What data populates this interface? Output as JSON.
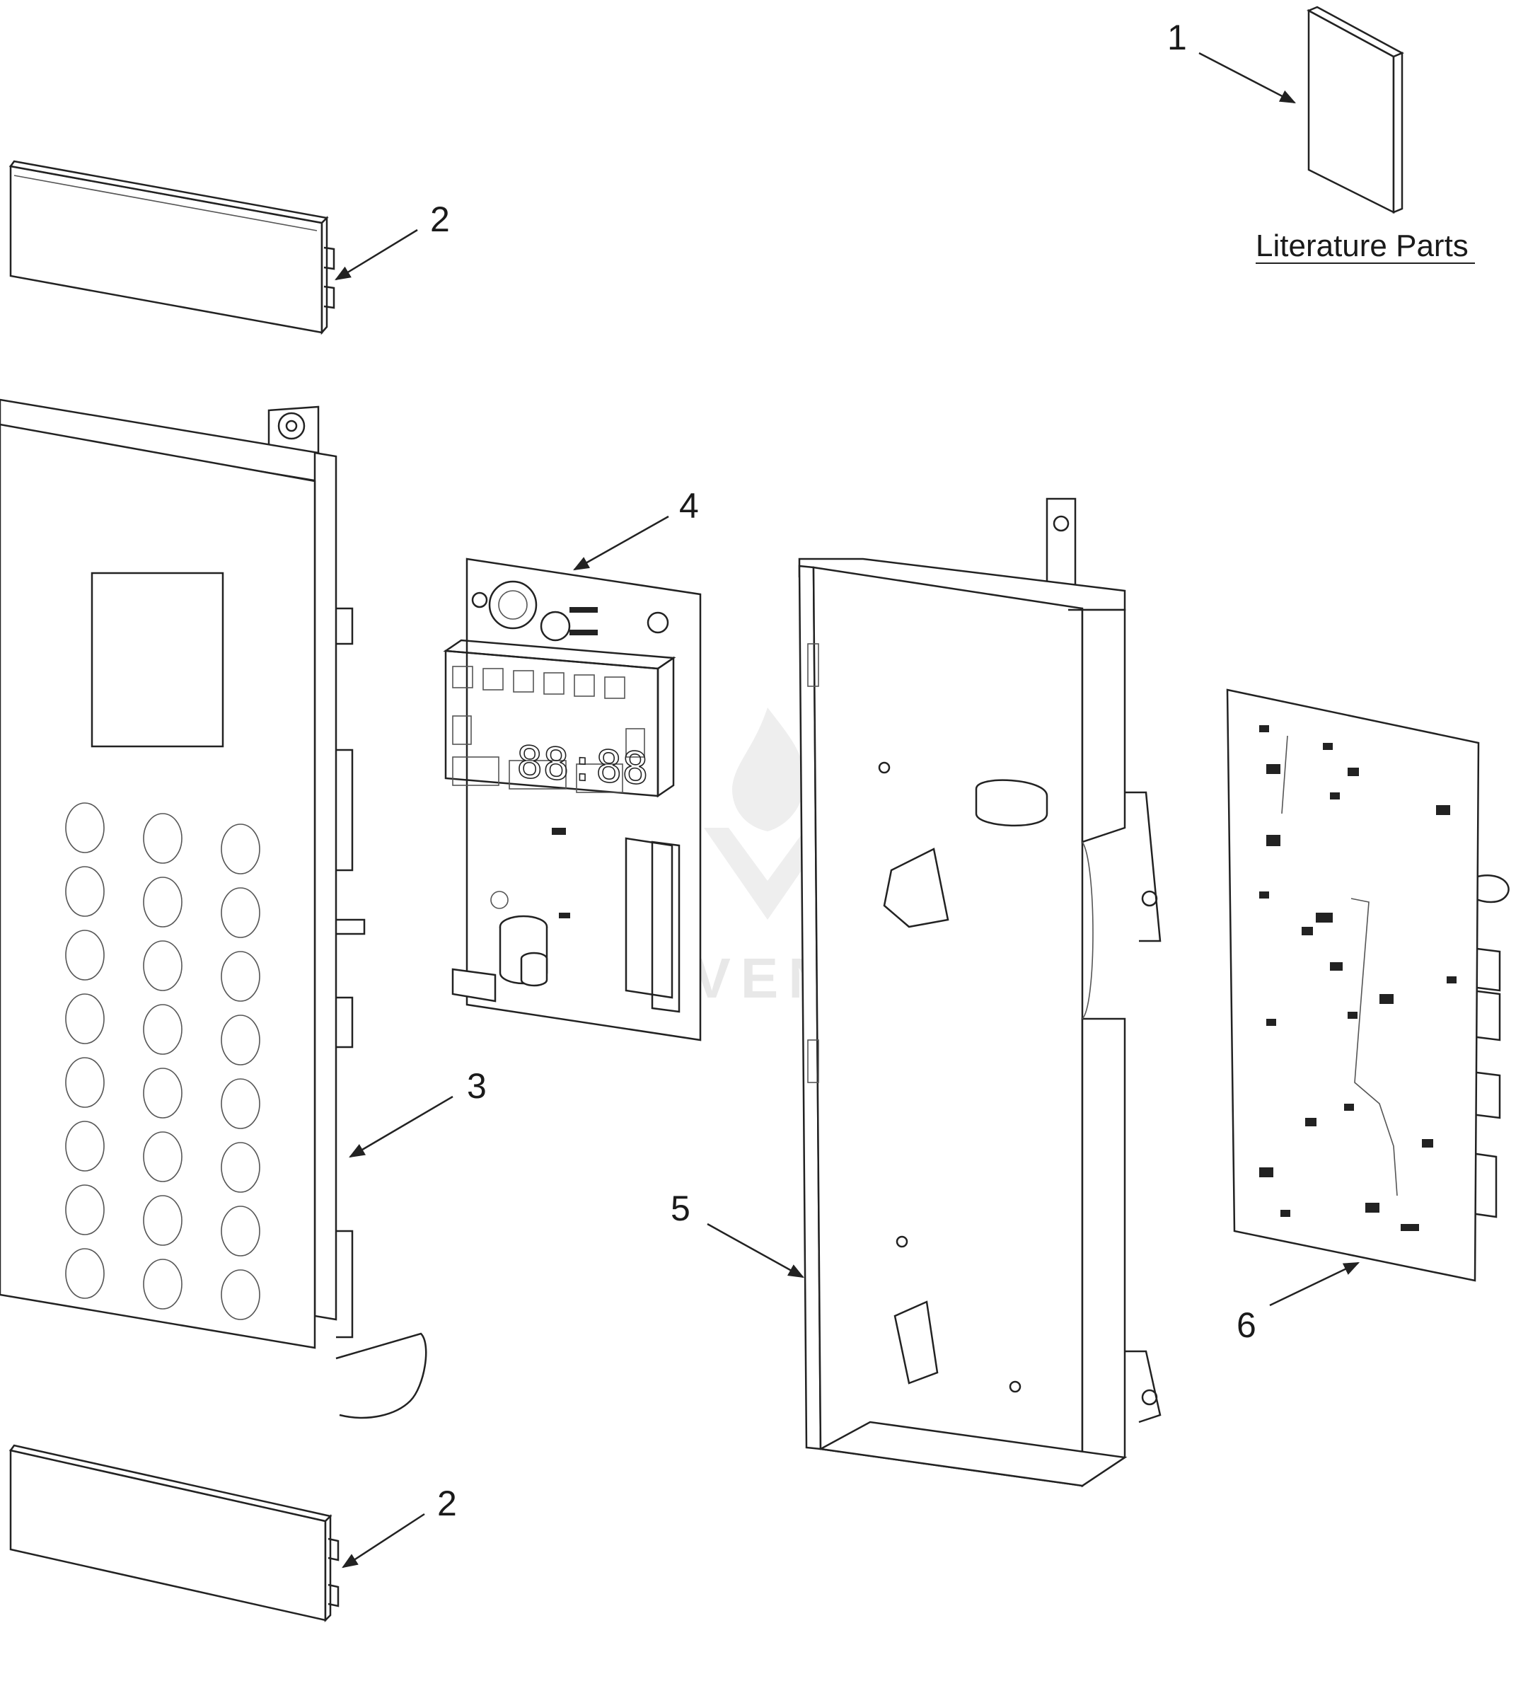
{
  "callouts": {
    "c1": "1",
    "c2_top": "2",
    "c2_bottom": "2",
    "c3": "3",
    "c4": "4",
    "c5": "5",
    "c6": "6"
  },
  "literature_caption": "Literature Parts",
  "watermark": "LEAPVENTURE",
  "display_digits": "88:88",
  "colors": {
    "line": "#222222",
    "watermark": "#e6e6e6",
    "background": "#ffffff"
  }
}
